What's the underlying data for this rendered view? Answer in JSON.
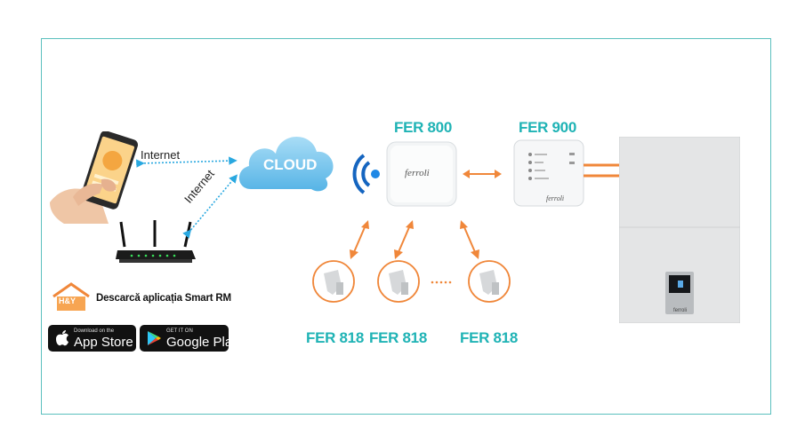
{
  "connections": {
    "internet_1": "Internet",
    "internet_2": "Internet"
  },
  "cloud": {
    "label": "CLOUD"
  },
  "devices": {
    "gateway": {
      "model": "FER 800",
      "brand": "ferroli"
    },
    "receiver": {
      "model": "FER 900",
      "brand": "ferroli"
    },
    "thermostatic_heads": [
      {
        "model": "FER 818"
      },
      {
        "model": "FER 818"
      },
      {
        "model": "FER 818"
      }
    ],
    "boiler": {
      "brand": "ferroli"
    }
  },
  "app_promo": {
    "logo_text": "H&Y",
    "download_text": "Descarcă aplicația Smart RM",
    "app_store": {
      "small": "Download on the",
      "big": "App Store"
    },
    "google_play": {
      "small": "GET IT ON",
      "big": "Google Play"
    }
  },
  "colors": {
    "frame": "#5bc0be",
    "accent_teal": "#1fb3b5",
    "arrow_orange": "#f0873a",
    "wifi_blue": "#1565c0",
    "cloud_blue": "#7ec8ee",
    "dotted_blue": "#29a8e0"
  }
}
